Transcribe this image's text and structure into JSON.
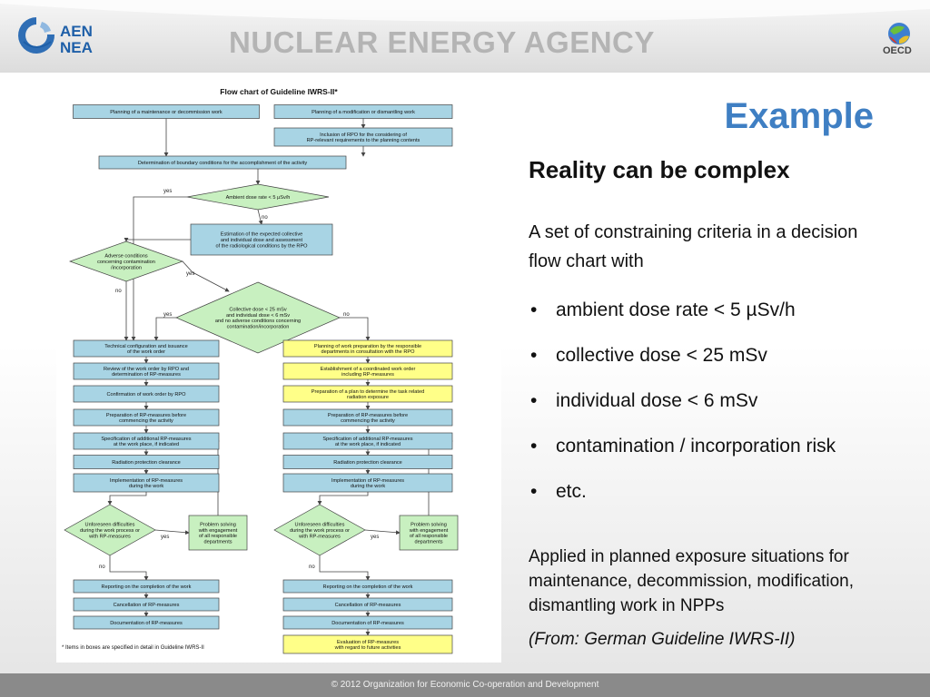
{
  "header": {
    "agency_title": "NUCLEAR ENERGY AGENCY",
    "logo_left_text": [
      "AEN",
      "NEA"
    ],
    "logo_right_text": "OECD",
    "colors": {
      "header_bg": "#e6e6e6",
      "title_gray": "#b4b4b4",
      "nea_blue": "#1e5fa8"
    }
  },
  "content": {
    "heading": "Example",
    "subheading": "Reality can be complex",
    "intro": "A set of constraining criteria in a decision flow chart with",
    "bullets": [
      "ambient dose rate < 5 µSv/h",
      "collective dose < 25 mSv",
      "individual dose < 6 mSv",
      "contamination / incorporation risk",
      "etc."
    ],
    "applied": "Applied in planned exposure situations for maintenance, decommission, modification, dismantling work in NPPs",
    "source": "(From: German Guideline IWRS-II)",
    "colors": {
      "heading_blue": "#3f7fc3"
    }
  },
  "footer": {
    "copyright": "© 2012 Organization for Economic Co-operation and Development"
  },
  "flowchart": {
    "title": "Flow chart of Guideline IWRS-II*",
    "footnote": "* Items in boxes are specified in detail in Guideline IWRS-II",
    "colors": {
      "blue_box": "#a8d4e4",
      "yellow_box": "#ffff88",
      "green_diamond": "#c8f0c0",
      "line": "#444444"
    },
    "nodes": [
      {
        "id": "plan_maint",
        "shape": "box",
        "fill": "blue",
        "lines": [
          "Planning of a maintenance or decommission work"
        ]
      },
      {
        "id": "plan_mod",
        "shape": "box",
        "fill": "blue",
        "lines": [
          "Planning of a modification or dismantling work"
        ]
      },
      {
        "id": "incl_rpo",
        "shape": "box",
        "fill": "blue",
        "lines": [
          "Inclusion of RPO for the considering of",
          "RP-relevant requirements to the planning contents"
        ]
      },
      {
        "id": "boundary",
        "shape": "box",
        "fill": "blue",
        "lines": [
          "Determination of boundary conditions for the accomplishment of the activity"
        ]
      },
      {
        "id": "ambient",
        "shape": "diamond",
        "fill": "green",
        "lines": [
          "Ambient dose rate < 5 µSv/h"
        ]
      },
      {
        "id": "estimation",
        "shape": "box",
        "fill": "blue",
        "lines": [
          "Estimation of the expected collective",
          "and individual dose and assessment",
          "of the radiological conditions by the RPO"
        ]
      },
      {
        "id": "adverse",
        "shape": "diamond",
        "fill": "green",
        "lines": [
          "Adverse conditions",
          "concerning contamination",
          "/incorporation"
        ]
      },
      {
        "id": "collective",
        "shape": "diamond",
        "fill": "green",
        "lines": [
          "Collective dose < 25 mSv",
          "and individual dose < 6 mSv",
          "and no adverse conditions concerning",
          "contamination/incorporation"
        ]
      },
      {
        "id": "l1",
        "shape": "box",
        "fill": "blue",
        "lines": [
          "Technical configuration and issuance",
          "of the work order"
        ]
      },
      {
        "id": "l2",
        "shape": "box",
        "fill": "blue",
        "lines": [
          "Review of the work order by RPO and",
          "determination of RP-measures"
        ]
      },
      {
        "id": "l3",
        "shape": "box",
        "fill": "blue",
        "lines": [
          "Confirmation of work order by RPO"
        ]
      },
      {
        "id": "l4",
        "shape": "box",
        "fill": "blue",
        "lines": [
          "Preparation of RP-measures before",
          "commencing the activity"
        ]
      },
      {
        "id": "l5",
        "shape": "box",
        "fill": "blue",
        "lines": [
          "Specification of additional RP-measures",
          "at the work place, if indicated"
        ]
      },
      {
        "id": "l6",
        "shape": "box",
        "fill": "blue",
        "lines": [
          "Radiation protection clearance"
        ]
      },
      {
        "id": "l7",
        "shape": "box",
        "fill": "blue",
        "lines": [
          "Implementation of RP-measures",
          "during the work"
        ]
      },
      {
        "id": "ld",
        "shape": "diamond",
        "fill": "green",
        "lines": [
          "Unforeseen difficulties",
          "during the work process or",
          "with RP-measures"
        ]
      },
      {
        "id": "lp",
        "shape": "box",
        "fill": "green",
        "lines": [
          "Problem solving",
          "with engagement",
          "of all responsible",
          "departments"
        ]
      },
      {
        "id": "l8",
        "shape": "box",
        "fill": "blue",
        "lines": [
          "Reporting on the completion of the work"
        ]
      },
      {
        "id": "l9",
        "shape": "box",
        "fill": "blue",
        "lines": [
          "Cancellation of RP-measures"
        ]
      },
      {
        "id": "l10",
        "shape": "box",
        "fill": "blue",
        "lines": [
          "Documentation of RP-measures"
        ]
      },
      {
        "id": "r1",
        "shape": "box",
        "fill": "yellow",
        "lines": [
          "Planning of work preparation by the responsible",
          "departments in consultation with the RPO"
        ]
      },
      {
        "id": "r2",
        "shape": "box",
        "fill": "yellow",
        "lines": [
          "Establishment of a coordinated work order",
          "including RP-measures"
        ]
      },
      {
        "id": "r3",
        "shape": "box",
        "fill": "yellow",
        "lines": [
          "Preparation of a plan to determine the task related",
          "radiation exposure"
        ]
      },
      {
        "id": "r4",
        "shape": "box",
        "fill": "blue",
        "lines": [
          "Preparation of RP-measures before",
          "commencing the activity"
        ]
      },
      {
        "id": "r5",
        "shape": "box",
        "fill": "blue",
        "lines": [
          "Specification of additional RP-measures",
          "at the work place, if indicated"
        ]
      },
      {
        "id": "r6",
        "shape": "box",
        "fill": "blue",
        "lines": [
          "Radiation protection clearance"
        ]
      },
      {
        "id": "r7",
        "shape": "box",
        "fill": "blue",
        "lines": [
          "Implementation of RP-measures",
          "during the work"
        ]
      },
      {
        "id": "rd",
        "shape": "diamond",
        "fill": "green",
        "lines": [
          "Unforeseen difficulties",
          "during the work process or",
          "with RP-measures"
        ]
      },
      {
        "id": "rp",
        "shape": "box",
        "fill": "green",
        "lines": [
          "Problem solving",
          "with engagement",
          "of all responsible",
          "departments"
        ]
      },
      {
        "id": "r8",
        "shape": "box",
        "fill": "blue",
        "lines": [
          "Reporting on the completion of the work"
        ]
      },
      {
        "id": "r9",
        "shape": "box",
        "fill": "blue",
        "lines": [
          "Cancellation of RP-measures"
        ]
      },
      {
        "id": "r10",
        "shape": "box",
        "fill": "blue",
        "lines": [
          "Documentation of RP-measures"
        ]
      },
      {
        "id": "r11",
        "shape": "box",
        "fill": "yellow",
        "lines": [
          "Evaluation of RP-measures",
          "with regard to future activities"
        ]
      }
    ],
    "edges": [
      {
        "from": "plan_maint",
        "to": "boundary"
      },
      {
        "from": "plan_mod",
        "to": "incl_rpo"
      },
      {
        "from": "incl_rpo",
        "to": "boundary"
      },
      {
        "from": "boundary",
        "to": "ambient"
      },
      {
        "from": "ambient",
        "to": "estimation",
        "label": "no"
      },
      {
        "from": "ambient",
        "to": "l1",
        "label": "yes"
      },
      {
        "from": "estimation",
        "to": "adverse"
      },
      {
        "from": "adverse",
        "to": "collective",
        "label": "yes"
      },
      {
        "from": "adverse",
        "to": "l1",
        "label": "no"
      },
      {
        "from": "collective",
        "to": "l1",
        "label": "yes"
      },
      {
        "from": "collective",
        "to": "r1",
        "label": "no"
      },
      {
        "from": "l1",
        "to": "l2"
      },
      {
        "from": "l2",
        "to": "l3"
      },
      {
        "from": "l3",
        "to": "l4"
      },
      {
        "from": "l4",
        "to": "l5"
      },
      {
        "from": "l5",
        "to": "l6"
      },
      {
        "from": "l6",
        "to": "l7"
      },
      {
        "from": "l7",
        "to": "ld"
      },
      {
        "from": "ld",
        "to": "lp",
        "label": "yes"
      },
      {
        "from": "lp",
        "to": "l5"
      },
      {
        "from": "ld",
        "to": "l8",
        "label": "no"
      },
      {
        "from": "l8",
        "to": "l9"
      },
      {
        "from": "l9",
        "to": "l10"
      },
      {
        "from": "r1",
        "to": "r2"
      },
      {
        "from": "r2",
        "to": "r3"
      },
      {
        "from": "r3",
        "to": "r4"
      },
      {
        "from": "r4",
        "to": "r5"
      },
      {
        "from": "r5",
        "to": "r6"
      },
      {
        "from": "r6",
        "to": "r7"
      },
      {
        "from": "r7",
        "to": "rd"
      },
      {
        "from": "rd",
        "to": "rp",
        "label": "yes"
      },
      {
        "from": "rp",
        "to": "r5"
      },
      {
        "from": "rd",
        "to": "r8",
        "label": "no"
      },
      {
        "from": "r8",
        "to": "r9"
      },
      {
        "from": "r9",
        "to": "r10"
      },
      {
        "from": "r10",
        "to": "r11"
      }
    ]
  }
}
